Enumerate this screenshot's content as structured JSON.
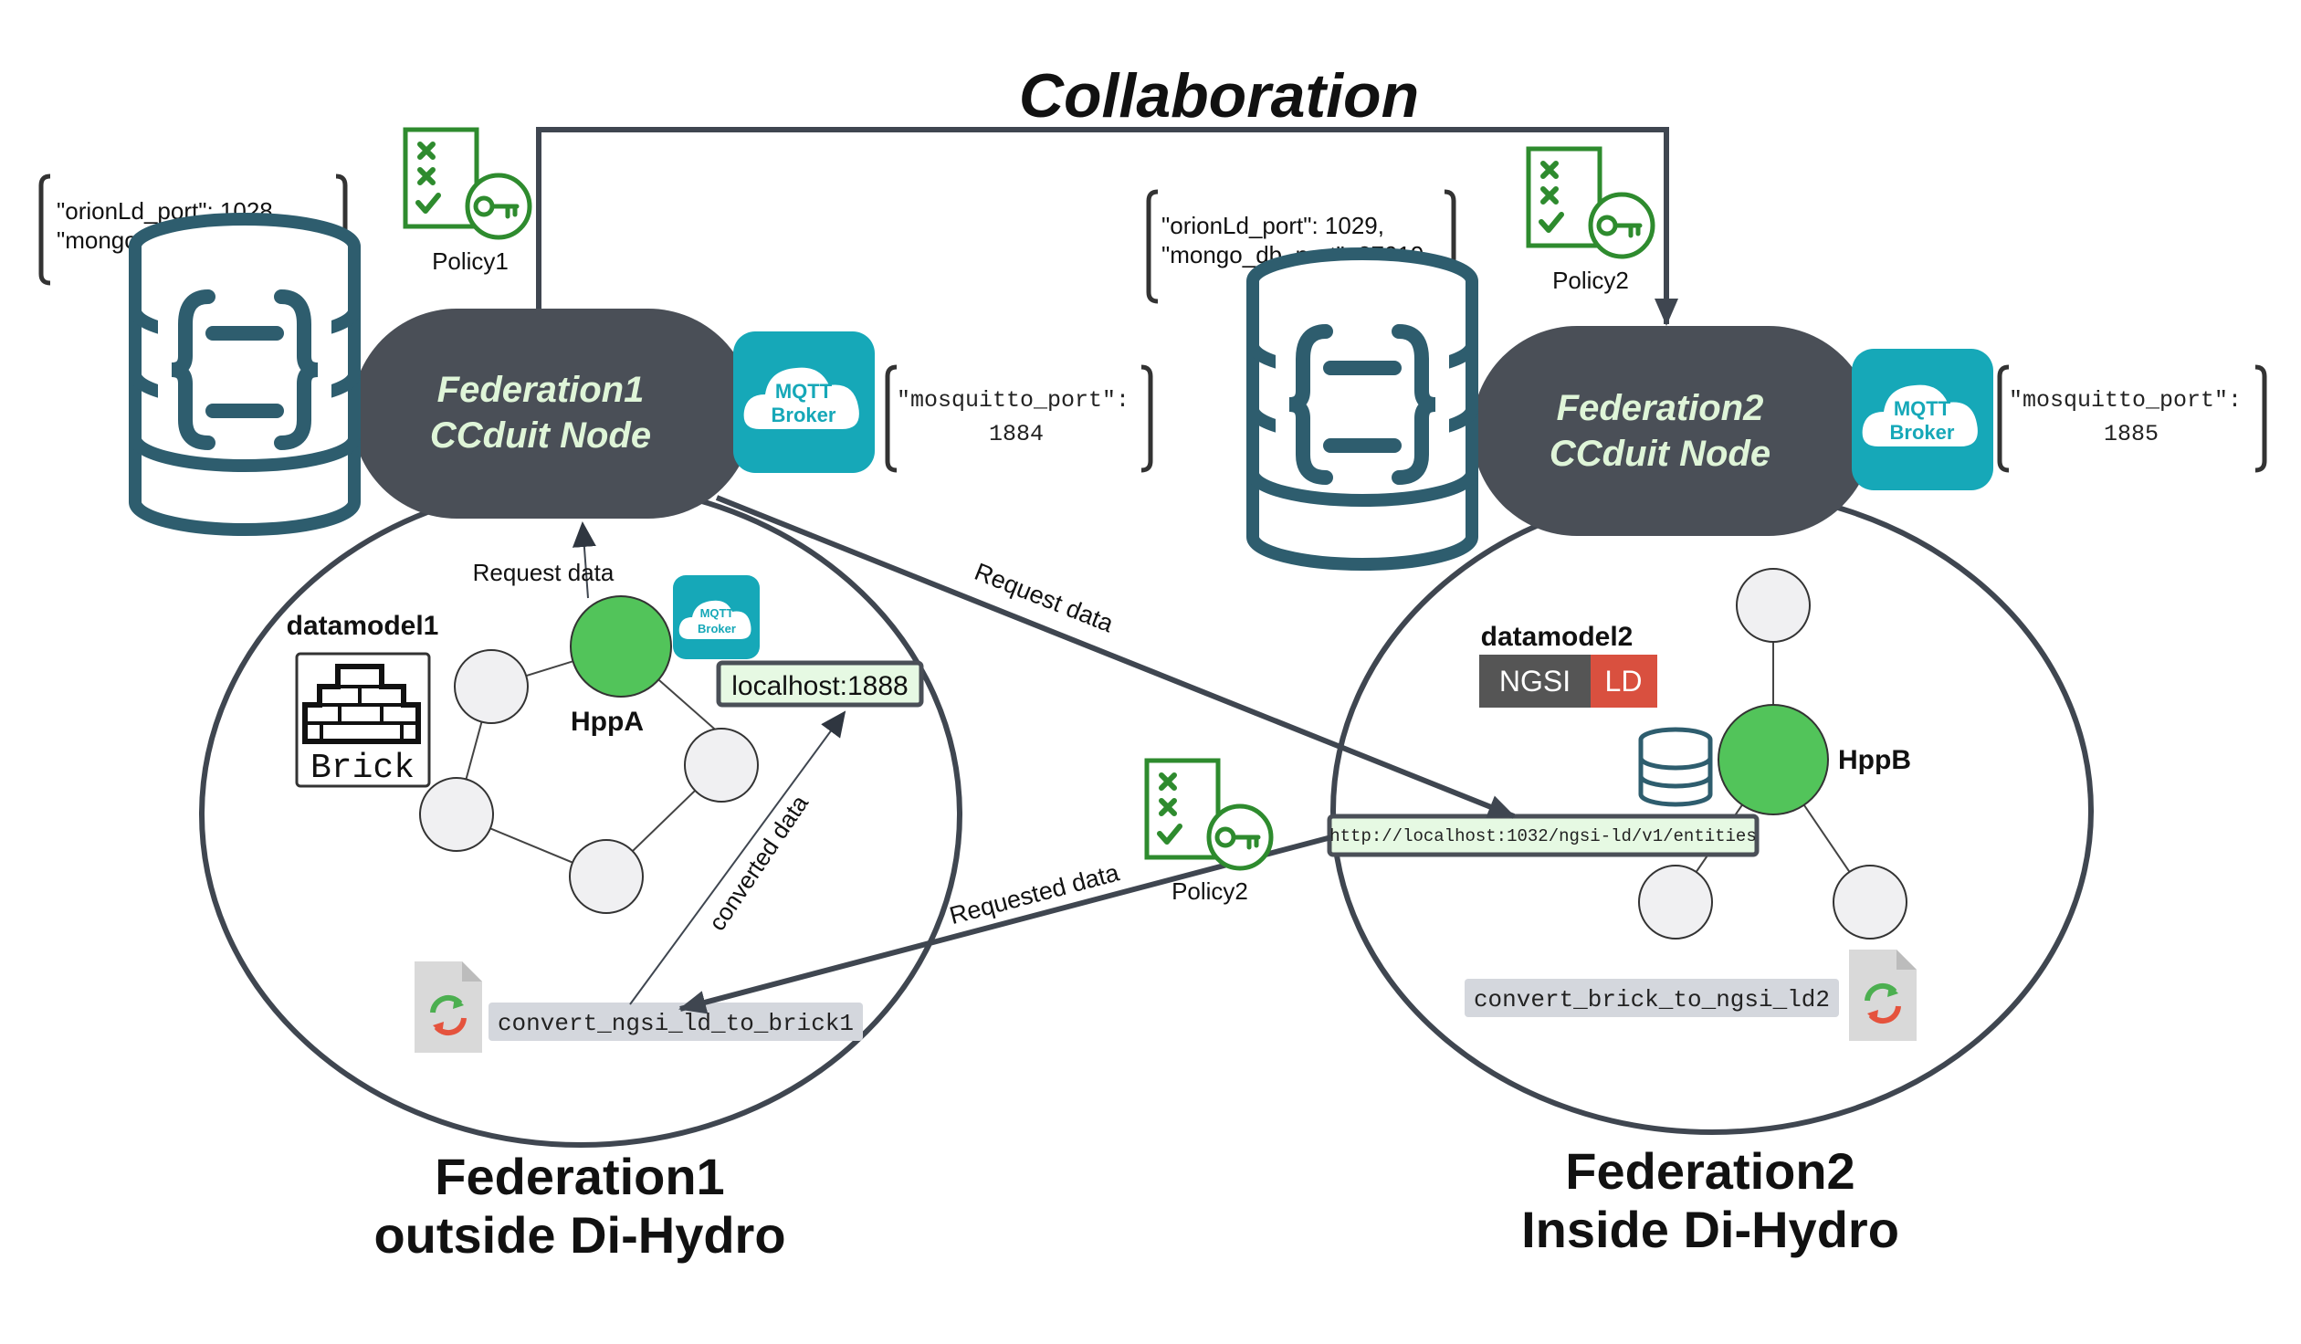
{
  "title": "Collaboration",
  "federation1": {
    "node_line1": "Federation1",
    "node_line2": "CCduit Node",
    "config_line1": "\"orionLd_port\": 1028,",
    "config_line2": "\"mongo_db_port\": 27018",
    "mosquitto_line1": "\"mosquitto_port\":",
    "mosquitto_line2": "1884",
    "policy_label": "Policy1",
    "datamodel_label": "datamodel1",
    "brick_logo": "Brick",
    "hpp_label": "HppA",
    "localhost_label": "localhost:1888",
    "convert_label": "convert_ngsi_ld_to_brick1",
    "caption_line1": "Federation1",
    "caption_line2": "outside Di-Hydro"
  },
  "federation2": {
    "node_line1": "Federation2",
    "node_line2": "CCduit Node",
    "config_line1": "\"orionLd_port\": 1029,",
    "config_line2": "\"mongo_db_port\": 27019",
    "mosquitto_line1": "\"mosquitto_port\":",
    "mosquitto_line2": "1885",
    "policy_label": "Policy2",
    "datamodel_label": "datamodel2",
    "ngsi_left": "NGSI",
    "ngsi_right": "LD",
    "hpp_label": "HppB",
    "endpoint_label": "http://localhost:1032/ngsi-ld/v1/entities",
    "convert_label": "convert_brick_to_ngsi_ld2",
    "caption_line1": "Federation2",
    "caption_line2": "Inside Di-Hydro"
  },
  "mqtt": {
    "line1": "MQTT",
    "line2": "Broker"
  },
  "arrows": {
    "request_data_local": "Request data",
    "request_data_cross": "Request data",
    "requested_data": "Requested data",
    "converted_data": "converted data",
    "mid_policy_label": "Policy2"
  },
  "icons": [
    "database-icon",
    "policy-checklist-key-icon",
    "mqtt-cloud-icon",
    "convert-file-icon",
    "small-database-icon",
    "brick-logo-icon"
  ],
  "colors": {
    "node": "#4a4f57",
    "node_text": "#dff5d8",
    "mqtt": "#16a8b8",
    "policy_green": "#2e8b2e",
    "hpp_green": "#52c45a",
    "db_teal": "#2e5d6e",
    "endpoint_bg": "#e6f9e3",
    "ngsi_dark": "#555555",
    "ngsi_red": "#d9503f"
  }
}
